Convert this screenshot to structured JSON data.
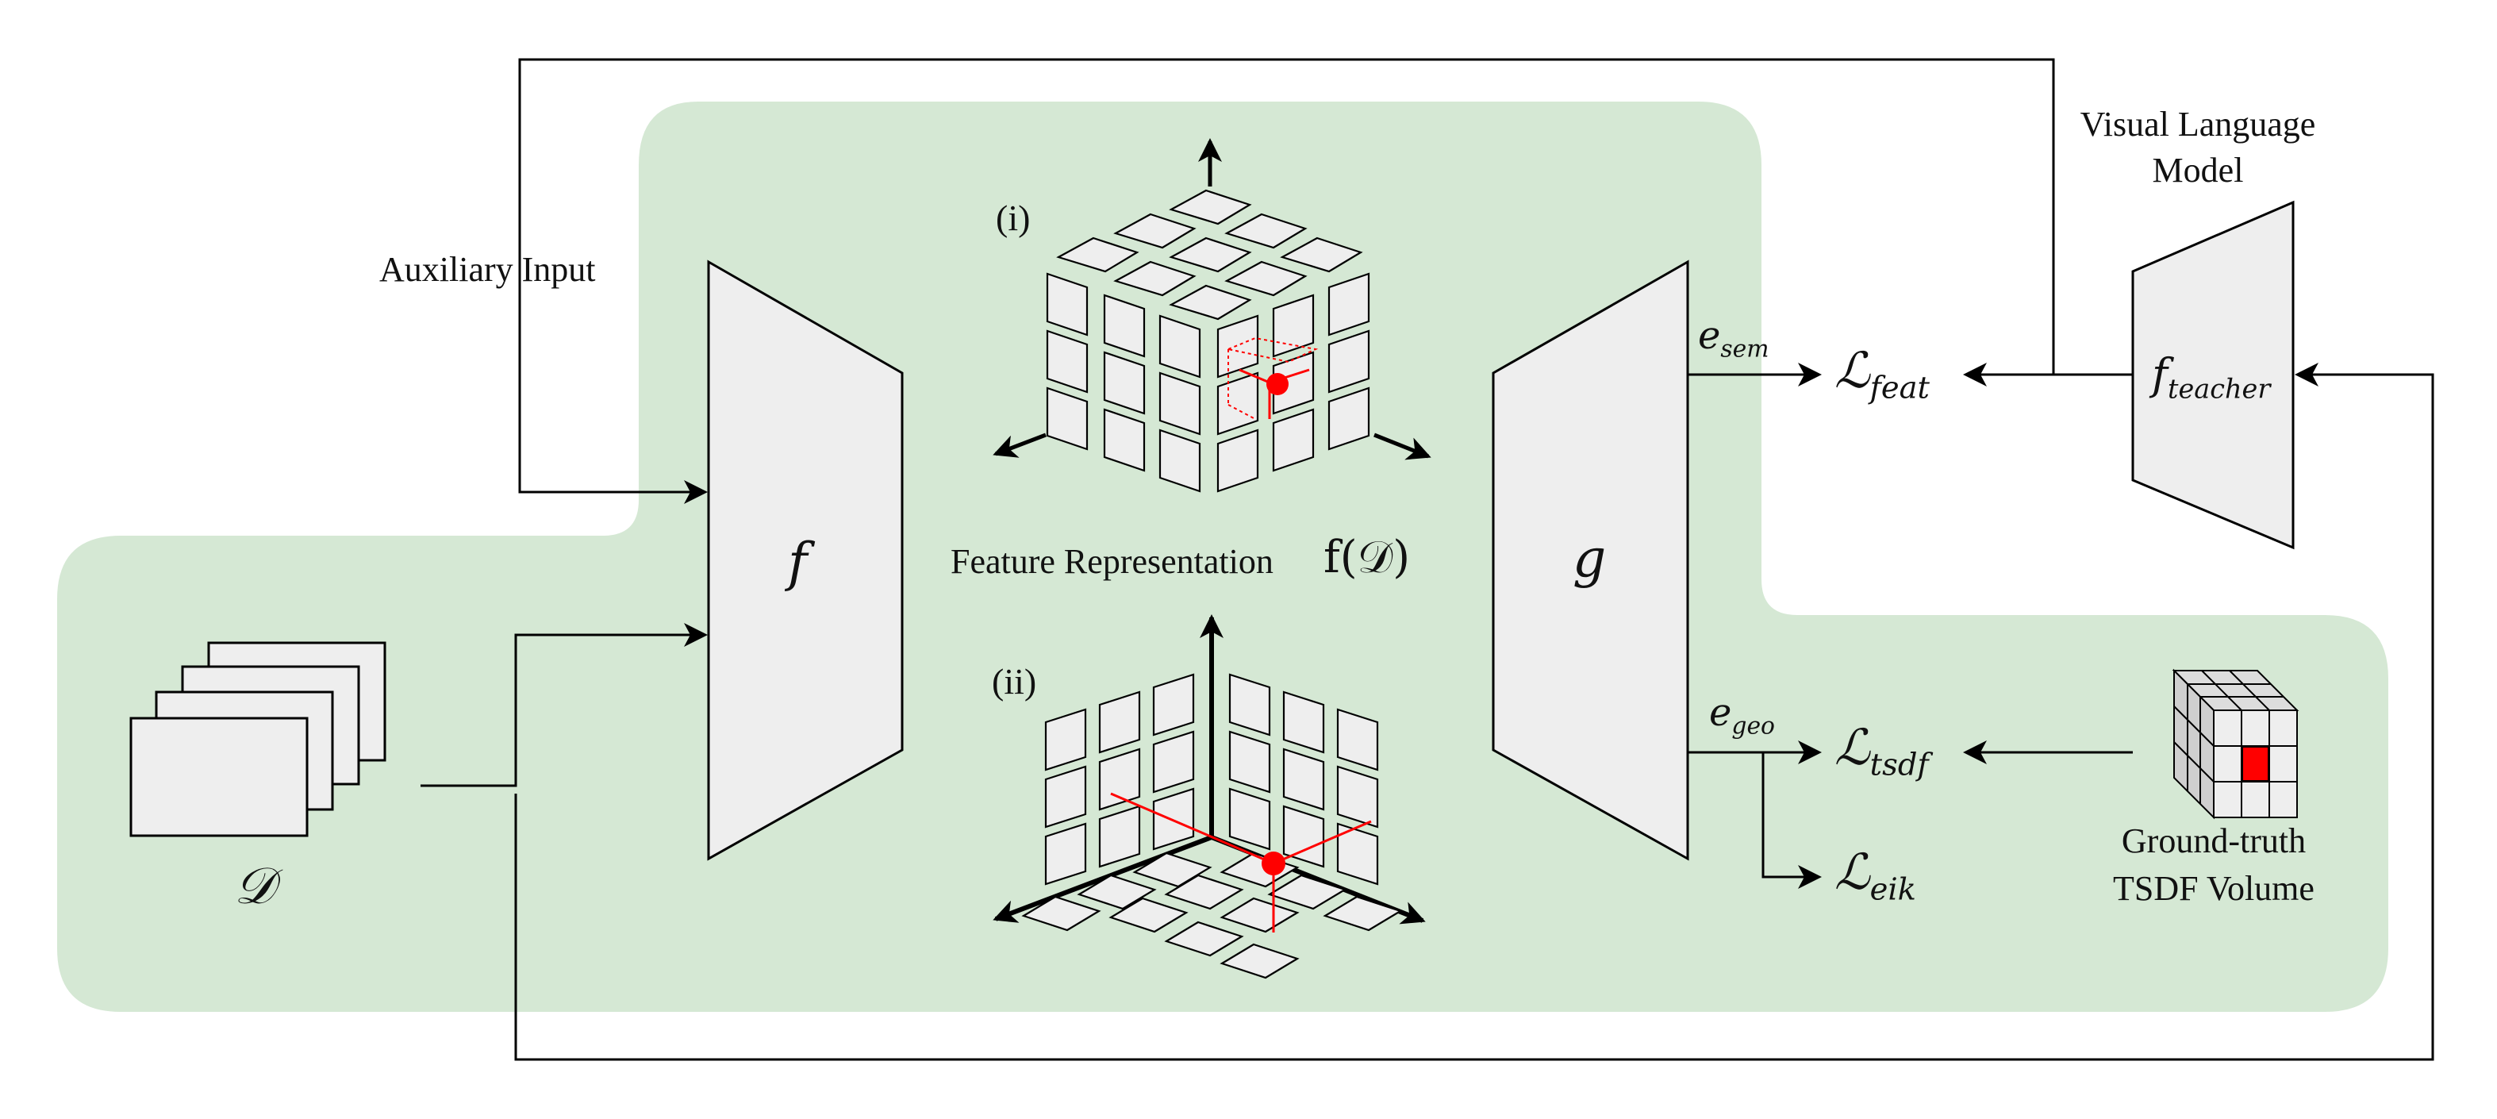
{
  "colors": {
    "background_region": "#d5e8d4",
    "block_fill": "#eeeeee",
    "stroke": "#000000",
    "highlight": "#ff0000"
  },
  "labels": {
    "auxiliary_input": "Auxiliary Input",
    "vlm_line1": "Visual Language",
    "vlm_line2": "Model",
    "feature_representation": "Feature Representation",
    "feature_symbol": "f(𝒟)",
    "panel_i": "(i)",
    "panel_ii": "(ii)",
    "gt_line1": "Ground-truth",
    "gt_line2": "TSDF Volume"
  },
  "symbols": {
    "encoder": "f",
    "decoder": "g",
    "dataset": "𝒟",
    "teacher_base": "f",
    "teacher_sub": "teacher",
    "e_sem_base": "e",
    "e_sem_sub": "sem",
    "e_geo_base": "e",
    "e_geo_sub": "geo",
    "loss_base": "ℒ",
    "loss_feat_sub": "feat",
    "loss_tsdf_sub": "tsdf",
    "loss_eik_sub": "eik"
  }
}
